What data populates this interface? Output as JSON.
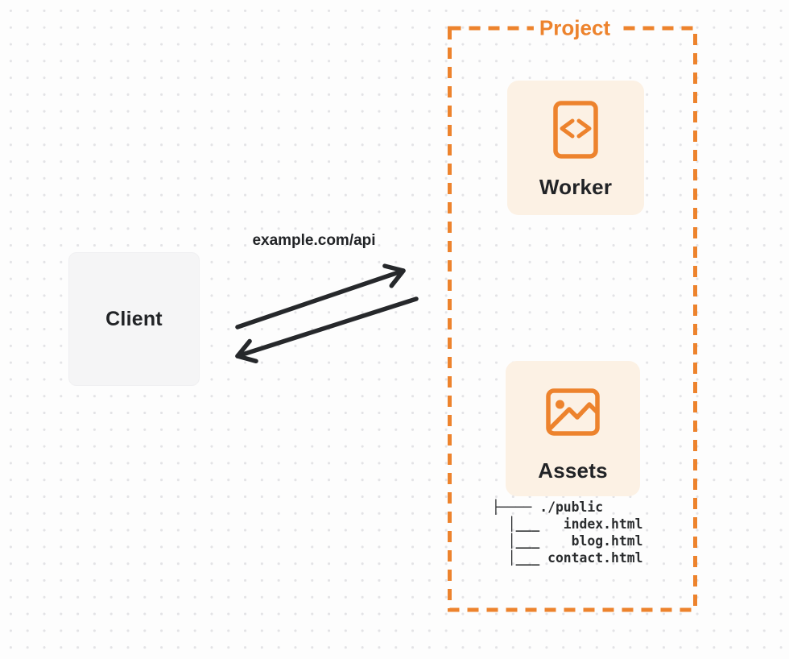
{
  "colors": {
    "accent_orange": "#ed832d",
    "node_fill_cream": "#fcf1e4",
    "client_fill_gray": "#f5f5f6",
    "ink_dark": "#26282b"
  },
  "diagram": {
    "client": {
      "label": "Client"
    },
    "request_label": "example.com/api",
    "project": {
      "label": "Project",
      "worker": {
        "label": "Worker",
        "icon": "code-file-icon"
      },
      "assets": {
        "label": "Assets",
        "icon": "image-icon"
      }
    },
    "file_tree": {
      "lines": [
        "├──── ./public",
        "  │___   index.html",
        "  │___    blog.html",
        "  │___ contact.html"
      ]
    }
  }
}
